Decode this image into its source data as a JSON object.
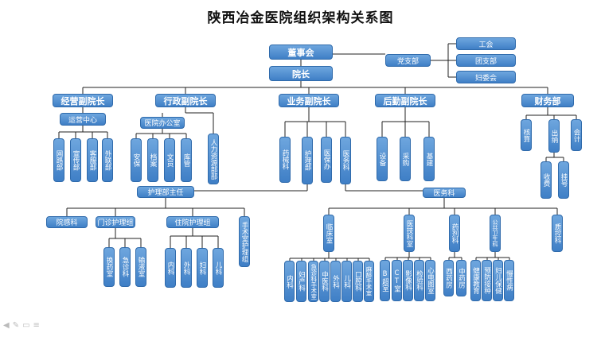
{
  "title": "陕西冶金医院组织架构关系图",
  "nodes": {
    "board": "董事会",
    "party": "党支部",
    "union": "工会",
    "league": "团支部",
    "women": "妇委会",
    "president": "院长",
    "vp_ops": "经营副院长",
    "vp_admin": "行政副院长",
    "vp_biz": "业务副院长",
    "vp_logi": "后勤副院长",
    "finance": "财务部",
    "ops_center": "运营中心",
    "network": "网路部",
    "publicity": "宣传部",
    "customer": "客服部",
    "external": "外联部",
    "office": "医院办公室",
    "security": "安保",
    "archive": "档案",
    "clerk": "文员",
    "warehouse": "库管",
    "hr": "人力资源部部",
    "drug_equip": "药械科",
    "nursing": "护理部",
    "insurance": "医保办",
    "med_affairs": "医务科",
    "equipment": "设备",
    "purchase": "采购",
    "construction": "基建",
    "audit": "核算",
    "cashier": "出纳",
    "accounting": "会计",
    "charge": "收费",
    "register": "挂号",
    "nursing_head": "护理部主任",
    "infection": "院感科",
    "outpatient_nursing": "门诊护理组",
    "inpatient_nursing": "住院护理组",
    "or_nursing": "手术室护理组",
    "dressing": "换药室",
    "emergency": "急诊科",
    "infusion": "输液室",
    "in_internal": "内科",
    "in_surgery": "外科",
    "in_gyn": "妇科",
    "in_peds": "儿科",
    "med_dept": "医务科",
    "clinical": "临床室",
    "medtech": "医技科室",
    "pharmacy": "药剂科",
    "public_health": "公共卫生科",
    "qc": "质控科",
    "c_internal": "内科",
    "c_gyn": "妇产科",
    "c_er_surgery": "急诊科手术室",
    "c_tcm": "中医科",
    "c_surgery": "外科",
    "c_peds": "儿科",
    "c_dental": "口腔科",
    "c_anesth": "麻醉手术室",
    "bultrasound": "B超室",
    "ct": "CT室",
    "imaging": "影像科",
    "lab": "检验科",
    "ecg": "心电图室",
    "western_pharm": "西药房",
    "chinese_pharm": "中药房",
    "health_edu": "健康教育",
    "vaccination": "预防接种",
    "maternal": "妇儿保健",
    "chronic": "慢性病"
  },
  "toolbar_icons": [
    "arrow-left-icon",
    "pen-icon",
    "slides-icon",
    "menu-icon"
  ]
}
